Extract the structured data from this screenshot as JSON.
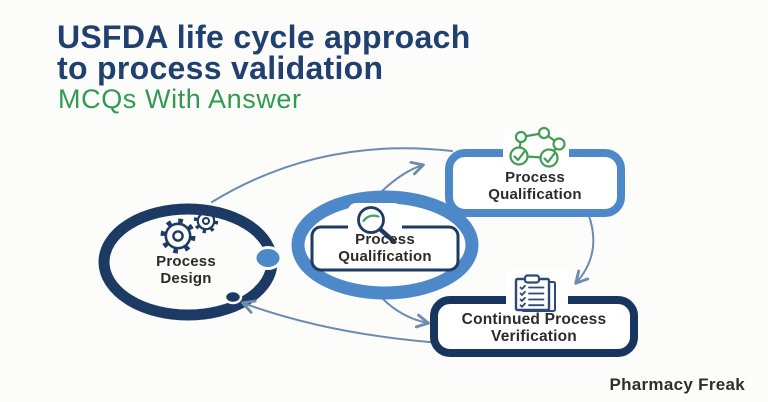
{
  "header": {
    "title_line1": "USFDA life cycle approach",
    "title_line2": "to process validation",
    "subtitle": "MCQs With Answer"
  },
  "diagram": {
    "nodes": {
      "process_design": {
        "line1": "Process",
        "line2": "Design",
        "icon": "gears-icon",
        "shape": "circle-ring",
        "border_color": "#1c3a63"
      },
      "process_qualification_center": {
        "line1": "Process",
        "line2": "Qualification",
        "icon": "magnifier-icon",
        "shape": "stadium-ring",
        "border_color": "#4d88c8"
      },
      "process_qualification_top": {
        "line1": "Process",
        "line2": "Qualification",
        "icon": "network-check-icon",
        "shape": "rounded-rect",
        "border_color": "#4d88c8"
      },
      "continued_process_verification": {
        "line1": "Continued Process",
        "line2": "Verification",
        "icon": "clipboard-checklist-icon",
        "shape": "rounded-rect",
        "border_color": "#17355e"
      }
    },
    "colors": {
      "title_navy": "#20406f",
      "subtitle_green": "#2f9b51",
      "ring_navy": "#1c3a63",
      "medium_blue": "#4d88c8",
      "dark_navy": "#17355e",
      "arrow_steel": "#6b8cae",
      "icon_green": "#3f9e53",
      "label_text": "#2b2b2b"
    }
  },
  "footer": {
    "brand": "Pharmacy Freak"
  }
}
